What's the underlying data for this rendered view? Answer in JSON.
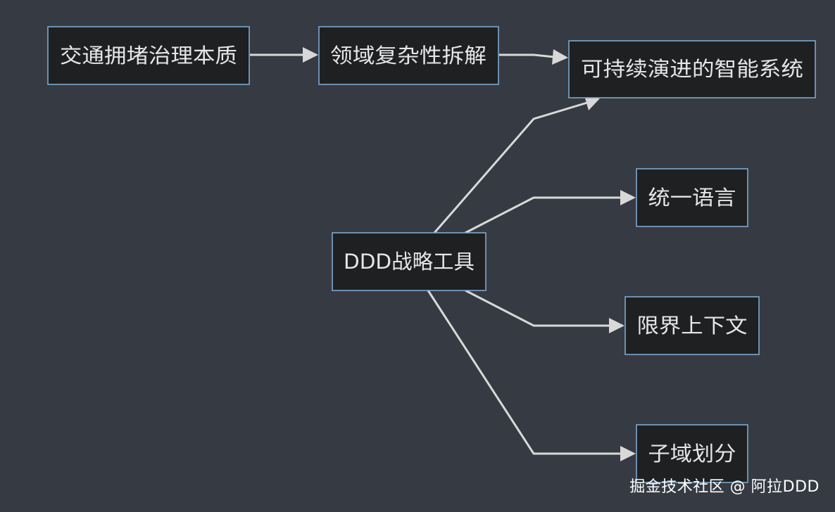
{
  "diagram": {
    "nodes": {
      "traffic_essence": "交通拥堵治理本质",
      "domain_decompose": "领域复杂性拆解",
      "evolving_system": "可持续演进的智能系统",
      "ddd_tools": "DDD战略工具",
      "ubiquitous_language": "统一语言",
      "bounded_context": "限界上下文",
      "subdomain": "子域划分"
    }
  },
  "watermark": "掘金技术社区 @ 阿拉DDD",
  "colors": {
    "background": "#363a42",
    "node_fill": "#1f2022",
    "node_border": "#7ea7cf",
    "edge": "#d8d8d8",
    "text": "#e6e6e6"
  }
}
